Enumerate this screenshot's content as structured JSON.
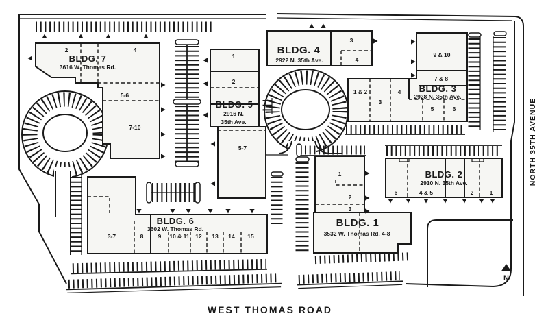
{
  "site_plan": {
    "roads": {
      "south": "WEST THOMAS ROAD",
      "east": "NORTH 35TH AVENUE"
    },
    "compass": {
      "label": "N"
    },
    "buildings": [
      {
        "id": "bldg-1",
        "name": "BLDG. 1",
        "address": "3532 W. Thomas Rd. 4-8",
        "units": [
          "1",
          "2",
          "3"
        ]
      },
      {
        "id": "bldg-2",
        "name": "BLDG. 2",
        "address": "2910 N. 35th Ave.",
        "units": [
          "6",
          "4 & 5",
          "2",
          "1"
        ]
      },
      {
        "id": "bldg-3",
        "name": "BLDG. 3",
        "address": "2928 N. 35th Ave.",
        "units": [
          "9 & 10",
          "7 & 8",
          "1 & 2",
          "3",
          "4",
          "5",
          "6"
        ]
      },
      {
        "id": "bldg-4",
        "name": "BLDG. 4",
        "address": "2922 N. 35th Ave.",
        "units": [
          "3",
          "4"
        ]
      },
      {
        "id": "bldg-5",
        "name": "BLDG. 5",
        "address_lines": [
          "2916 N.",
          "35th Ave."
        ],
        "units": [
          "1",
          "2",
          "5-7"
        ]
      },
      {
        "id": "bldg-6",
        "name": "BLDG. 6",
        "address": "3602 W. Thomas Rd.",
        "units": [
          "3-7",
          "8",
          "9",
          "10 & 11",
          "12",
          "13",
          "14",
          "15"
        ]
      },
      {
        "id": "bldg-7",
        "name": "BLDG. 7",
        "address": "3616 W. Thomas Rd.",
        "units": [
          "2",
          "4",
          "5-6",
          "7-10"
        ]
      }
    ],
    "colors": {
      "ink": "#1a1a1a",
      "paper": "#ffffff",
      "building_fill": "#f6f6f3"
    }
  }
}
